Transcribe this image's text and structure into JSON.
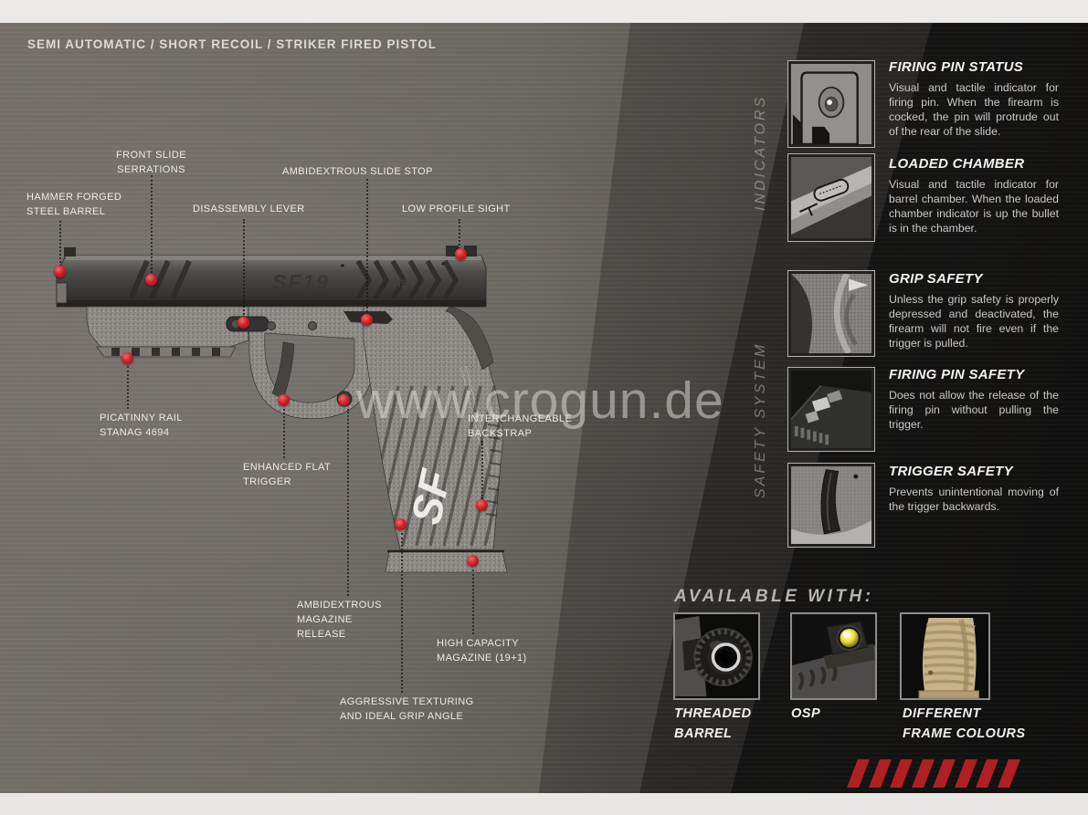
{
  "header": {
    "title": "SEMI AUTOMATIC / SHORT RECOIL / STRIKER FIRED PISTOL"
  },
  "watermark": "www.crogun.de",
  "pistol": {
    "slide_marking": "SF19",
    "slide_marking_small": "HS",
    "grip_marking": "SF",
    "callouts": [
      {
        "id": "front-slide-serrations",
        "label": "FRONT SLIDE\nSERRATIONS"
      },
      {
        "id": "ambidextrous-slide-stop",
        "label": "AMBIDEXTROUS SLIDE STOP"
      },
      {
        "id": "hammer-forged-steel-barrel",
        "label": "HAMMER FORGED\nSTEEL BARREL"
      },
      {
        "id": "disassembly-lever",
        "label": "DISASSEMBLY LEVER"
      },
      {
        "id": "low-profile-sight",
        "label": "LOW PROFILE SIGHT"
      },
      {
        "id": "picatinny-rail",
        "label": "PICATINNY RAIL\nSTANAG 4694"
      },
      {
        "id": "enhanced-flat-trigger",
        "label": "ENHANCED FLAT\nTRIGGER"
      },
      {
        "id": "interchangeable-backstrap",
        "label": "INTERCHANGEABLE\nBACKSTRAP"
      },
      {
        "id": "ambidextrous-magazine-release",
        "label": "AMBIDEXTROUS\nMAGAZINE\nRELEASE"
      },
      {
        "id": "high-capacity-magazine",
        "label": "HIGH CAPACITY\nMAGAZINE (19+1)"
      },
      {
        "id": "aggressive-texturing",
        "label": "AGGRESSIVE TEXTURING\nAND IDEAL GRIP ANGLE"
      }
    ]
  },
  "sidebar": {
    "groups": [
      {
        "title": "INDICATORS",
        "items": [
          {
            "title": "FIRING PIN STATUS",
            "description": "Visual and tactile indicator for firing pin. When the firearm is cocked, the pin will protrude out of the rear of the slide."
          },
          {
            "title": "LOADED CHAMBER",
            "description": "Visual and tactile indicator for barrel chamber. When the loaded chamber indicator is up the bullet is in the chamber."
          }
        ]
      },
      {
        "title": "SAFETY SYSTEM",
        "items": [
          {
            "title": "GRIP SAFETY",
            "description": "Unless the grip safety is properly depressed and deactivated, the firearm will not fire even if the trigger is pulled."
          },
          {
            "title": "FIRING PIN SAFETY",
            "description": "Does not allow the release of the firing pin without pulling the trigger."
          },
          {
            "title": "TRIGGER SAFETY",
            "description": "Prevents unintentional moving of the trigger backwards."
          }
        ]
      }
    ]
  },
  "available_with": {
    "heading": "AVAILABLE WITH:",
    "options": [
      {
        "id": "threaded-barrel",
        "label": "THREADED\nBARREL"
      },
      {
        "id": "osp",
        "label": "OSP"
      },
      {
        "id": "different-frame-colours",
        "label": "DIFFERENT\nFRAME COLOURS"
      }
    ]
  },
  "colors": {
    "accent_red": "#b01f24",
    "marker_red": "#cd2026",
    "background_gray": "#6c6864",
    "panel_black": "#141312"
  }
}
